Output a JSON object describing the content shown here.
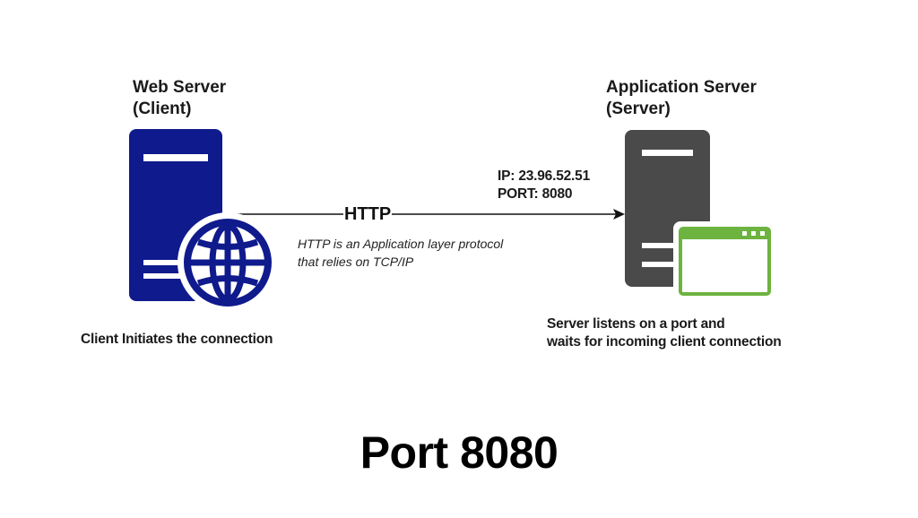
{
  "client": {
    "title_line1": "Web Server",
    "title_line2": "(Client)",
    "caption": "Client Initiates the connection",
    "color": "#0f1a8c",
    "icon": "globe-icon"
  },
  "server": {
    "title_line1": "Application Server",
    "title_line2": "(Server)",
    "ip_label": "IP: 23.96.52.51",
    "port_label": "PORT: 8080",
    "caption_line1": "Server listens on a port and",
    "caption_line2": "waits for incoming client connection",
    "color": "#4a4a4a",
    "window_color": "#6db33f",
    "icon": "browser-window-icon"
  },
  "connection": {
    "protocol_label": "HTTP",
    "note_line1": "HTTP is an Application layer protocol",
    "note_line2": "that relies on TCP/IP",
    "direction": "client-to-server"
  },
  "footer": {
    "title": "Port 8080"
  }
}
